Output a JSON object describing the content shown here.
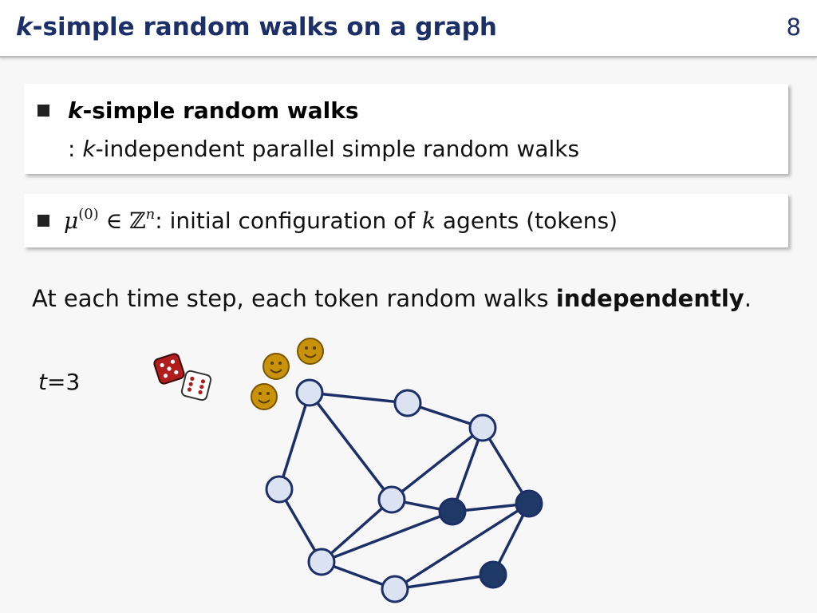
{
  "slide": {
    "title_var": "k",
    "title_rest": "-simple random walks on a graph",
    "page_number": "8"
  },
  "box1": {
    "head_var": "k",
    "head_rest": "-simple random walks",
    "sub_prefix": ": ",
    "sub_var": "k",
    "sub_rest": "-independent parallel simple random walks"
  },
  "box2": {
    "mu": "μ",
    "mu_sup": "(0)",
    "elem": " ∈ ℤ",
    "elem_sup": "n",
    "text_a": ": initial configuration of ",
    "k": "k",
    "text_b": " agents (tokens)"
  },
  "sentence": {
    "before": "At each time step, each token random walks ",
    "bold": "independently",
    "after": "."
  },
  "time": {
    "var": "t",
    "value": "=3"
  },
  "colors": {
    "title": "#1c2f66",
    "edge": "#1c2f66",
    "node_light": "#dbe3f3",
    "node_dark": "#1f3a66",
    "token": "#c8920a"
  }
}
